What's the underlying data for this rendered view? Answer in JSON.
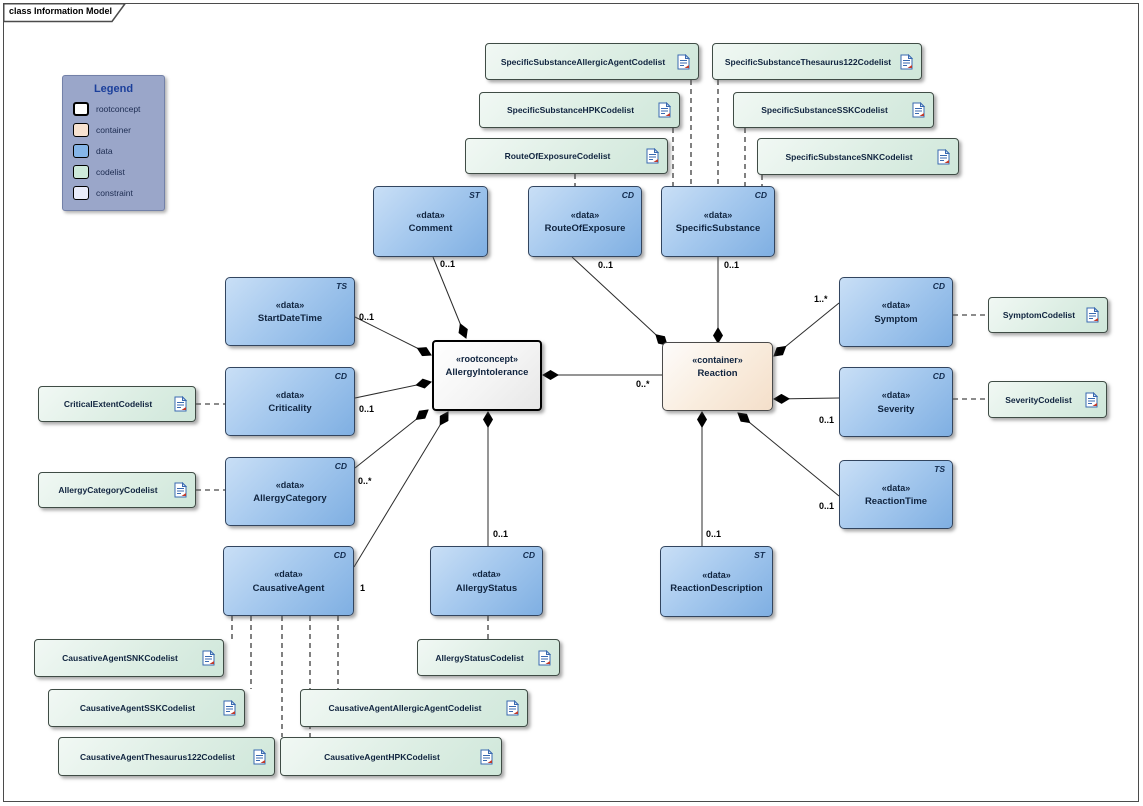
{
  "frame": {
    "title": "class Information Model"
  },
  "legend": {
    "title": "Legend",
    "items": [
      {
        "key": "rootconcept",
        "label": "rootconcept"
      },
      {
        "key": "container",
        "label": "container"
      },
      {
        "key": "data",
        "label": "data"
      },
      {
        "key": "codelist",
        "label": "codelist"
      },
      {
        "key": "constraint",
        "label": "constraint"
      }
    ]
  },
  "colors": {
    "rootconcept": "#ffffff",
    "container": "#f7e2d0",
    "data": "#85b5e8",
    "codelist": "#cde9da",
    "constraint": "#e9ecfa",
    "legend_bg": "#9aa6c9",
    "line": "#2b2b2b",
    "text": "#10243f"
  },
  "nodes": {
    "comment": {
      "stereotype": "«data»",
      "name": "Comment",
      "type": "ST"
    },
    "routeOfExposure": {
      "stereotype": "«data»",
      "name": "RouteOfExposure",
      "type": "CD"
    },
    "specificSubstance": {
      "stereotype": "«data»",
      "name": "SpecificSubstance",
      "type": "CD"
    },
    "startDateTime": {
      "stereotype": "«data»",
      "name": "StartDateTime",
      "type": "TS"
    },
    "criticality": {
      "stereotype": "«data»",
      "name": "Criticality",
      "type": "CD"
    },
    "allergyCategory": {
      "stereotype": "«data»",
      "name": "AllergyCategory",
      "type": "CD"
    },
    "causativeAgent": {
      "stereotype": "«data»",
      "name": "CausativeAgent",
      "type": "CD"
    },
    "allergyStatus": {
      "stereotype": "«data»",
      "name": "AllergyStatus",
      "type": "CD"
    },
    "symptom": {
      "stereotype": "«data»",
      "name": "Symptom",
      "type": "CD"
    },
    "severity": {
      "stereotype": "«data»",
      "name": "Severity",
      "type": "CD"
    },
    "reactionTime": {
      "stereotype": "«data»",
      "name": "ReactionTime",
      "type": "TS"
    },
    "reactionDescription": {
      "stereotype": "«data»",
      "name": "ReactionDescription",
      "type": "ST"
    },
    "allergyIntolerance": {
      "stereotype": "«rootconcept»",
      "name": "AllergyIntolerance"
    },
    "reaction": {
      "stereotype": "«container»",
      "name": "Reaction"
    }
  },
  "codelists": {
    "ssAllergicAgent": {
      "name": "SpecificSubstanceAllergicAgentCodelist"
    },
    "ssThesaurus122": {
      "name": "SpecificSubstanceThesaurus122Codelist"
    },
    "ssHPK": {
      "name": "SpecificSubstanceHPKCodelist"
    },
    "ssSSK": {
      "name": "SpecificSubstanceSSKCodelist"
    },
    "routeOfExposure": {
      "name": "RouteOfExposureCodelist"
    },
    "ssSNK": {
      "name": "SpecificSubstanceSNKCodelist"
    },
    "criticalExtent": {
      "name": "CriticalExtentCodelist"
    },
    "allergyCategory": {
      "name": "AllergyCategoryCodelist"
    },
    "symptom": {
      "name": "SymptomCodelist"
    },
    "severity": {
      "name": "SeverityCodelist"
    },
    "caSNK": {
      "name": "CausativeAgentSNKCodelist"
    },
    "caSSK": {
      "name": "CausativeAgentSSKCodelist"
    },
    "caThesaurus122": {
      "name": "CausativeAgentThesaurus122Codelist"
    },
    "caAllergicAgent": {
      "name": "CausativeAgentAllergicAgentCodelist"
    },
    "caHPK": {
      "name": "CausativeAgentHPKCodelist"
    },
    "allergyStatus": {
      "name": "AllergyStatusCodelist"
    }
  },
  "multiplicities": {
    "comment": "0..1",
    "routeOfExposure": "0..1",
    "specificSubstance": "0..1",
    "startDateTime": "0..1",
    "criticality": "0..1",
    "allergyCategory": "0..*",
    "causativeAgent": "1",
    "allergyStatus": "0..1",
    "reaction": "0..*",
    "symptom": "1..*",
    "severity": "0..1",
    "reactionTime": "0..1",
    "reactionDescription": "0..1"
  }
}
